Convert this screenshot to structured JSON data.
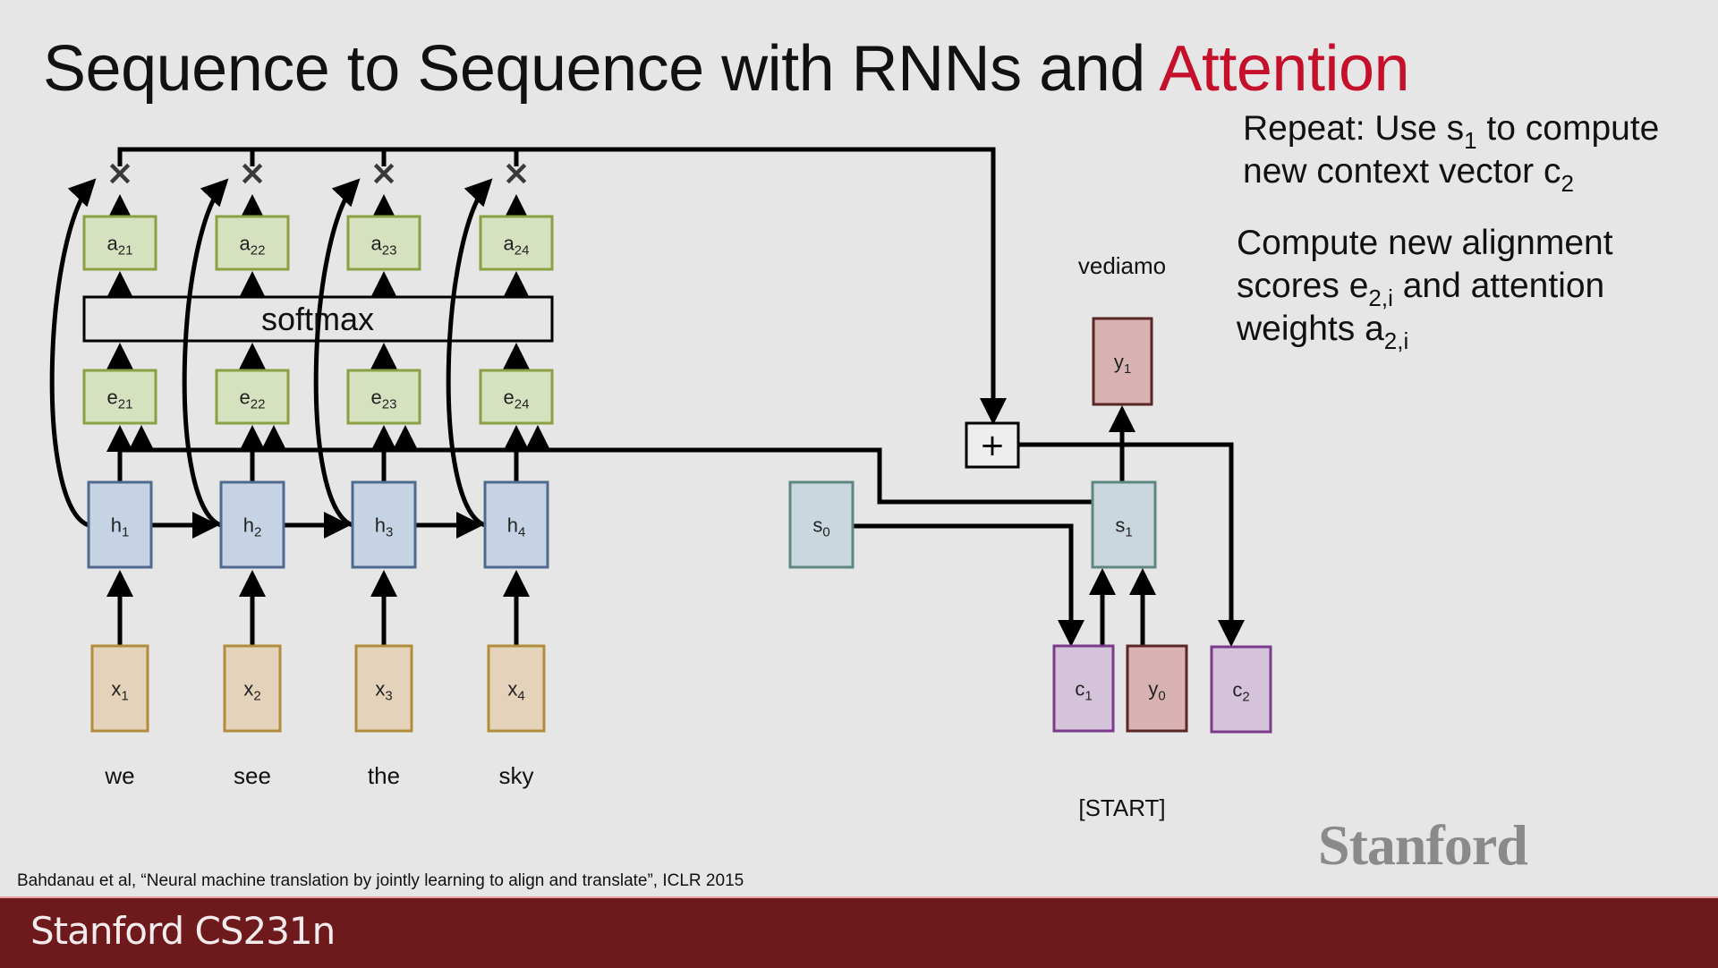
{
  "slide": {
    "title_main": "Sequence to Sequence with RNNs and ",
    "title_accent": "Attention",
    "accent_color": "#c4102a",
    "note1": {
      "line1_pre": "Repeat: Use s",
      "line1_sub": "1",
      "line1_post": " to compute",
      "line2_pre": "new context vector c",
      "line2_sub": "2"
    },
    "note2": {
      "line1": "Compute new alignment",
      "line2_pre": "scores e",
      "line2_sub": "2,i",
      "line2_post": " and attention",
      "line3_pre": "weights a",
      "line3_sub": "2,i"
    },
    "citation": "Bahdanau et al, “Neural machine translation by jointly learning to align and translate”, ICLR 2015",
    "logo": "Stanford",
    "footer": "Stanford CS231n"
  },
  "diagram": {
    "softmax_label": "softmax",
    "multiply_symbol": "×",
    "plus_symbol": "+",
    "encoder": [
      {
        "x": {
          "base": "x",
          "sub": "1"
        },
        "h": {
          "base": "h",
          "sub": "1"
        },
        "e": {
          "base": "e",
          "sub": "21"
        },
        "a": {
          "base": "a",
          "sub": "21"
        },
        "word": "we"
      },
      {
        "x": {
          "base": "x",
          "sub": "2"
        },
        "h": {
          "base": "h",
          "sub": "2"
        },
        "e": {
          "base": "e",
          "sub": "22"
        },
        "a": {
          "base": "a",
          "sub": "22"
        },
        "word": "see"
      },
      {
        "x": {
          "base": "x",
          "sub": "3"
        },
        "h": {
          "base": "h",
          "sub": "3"
        },
        "e": {
          "base": "e",
          "sub": "23"
        },
        "a": {
          "base": "a",
          "sub": "23"
        },
        "word": "the"
      },
      {
        "x": {
          "base": "x",
          "sub": "4"
        },
        "h": {
          "base": "h",
          "sub": "4"
        },
        "e": {
          "base": "e",
          "sub": "24"
        },
        "a": {
          "base": "a",
          "sub": "24"
        },
        "word": "sky"
      }
    ],
    "decoder": {
      "s0": {
        "base": "s",
        "sub": "0"
      },
      "s1": {
        "base": "s",
        "sub": "1"
      },
      "y1": {
        "base": "y",
        "sub": "1"
      },
      "y0": {
        "base": "y",
        "sub": "0"
      },
      "c1": {
        "base": "c",
        "sub": "1"
      },
      "c2": {
        "base": "c",
        "sub": "2"
      },
      "output_word": "vediamo",
      "start_token": "[START]"
    },
    "colors": {
      "attention_fill": "#d6e2bf",
      "attention_stroke": "#8aa043",
      "hidden_fill": "#c5d3e4",
      "hidden_stroke": "#4e6a8e",
      "input_fill": "#e4d2bb",
      "input_stroke": "#b08d3a",
      "decoder_fill": "#c9d8df",
      "decoder_stroke": "#5f8683",
      "output_fill": "#d9b3b3",
      "output_stroke": "#5a2626",
      "context_fill": "#d5c3dc",
      "context_stroke": "#7a3b8a"
    }
  }
}
